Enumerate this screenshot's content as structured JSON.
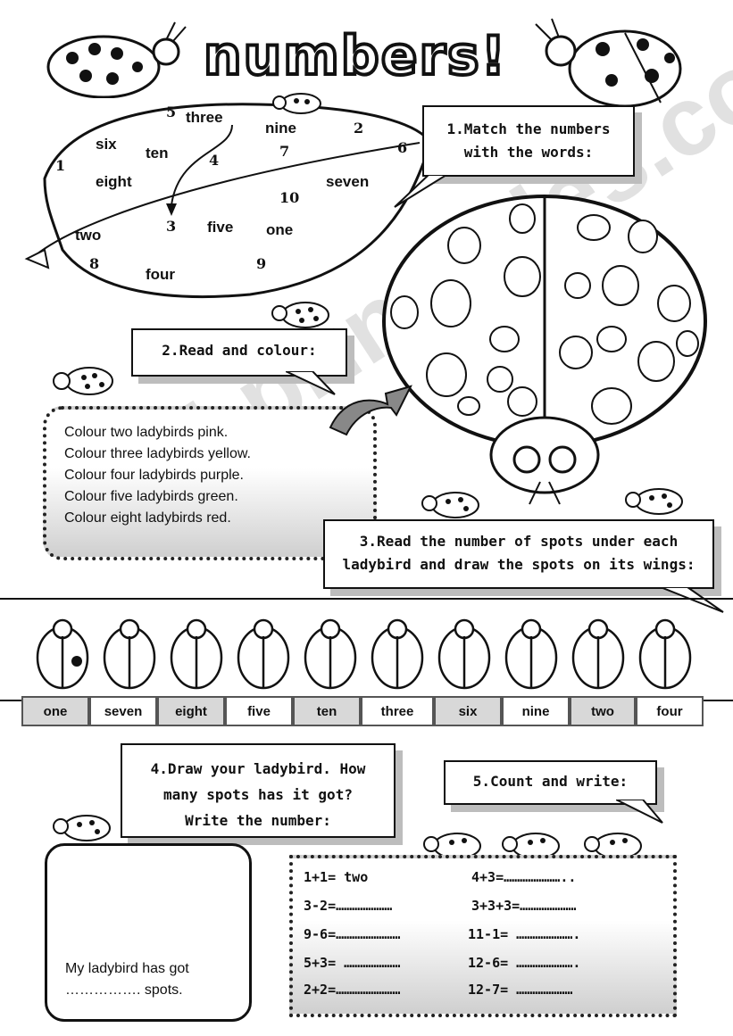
{
  "title": "numbers!",
  "leaf": {
    "words": [
      "three",
      "nine",
      "six",
      "ten",
      "eight",
      "seven",
      "two",
      "five",
      "one",
      "four"
    ],
    "numbers": [
      "5",
      "2",
      "6",
      "1",
      "7",
      "4",
      "10",
      "3",
      "8",
      "9"
    ]
  },
  "task1": {
    "line1": "1.Match the numbers",
    "line2": "with the words:"
  },
  "task2": {
    "heading": "2.Read and colour:",
    "lines": [
      "Colour two ladybirds pink.",
      "Colour three ladybirds yellow.",
      "Colour four ladybirds purple.",
      "Colour five ladybirds green.",
      "Colour eight  ladybirds red."
    ]
  },
  "task3": {
    "line1": "3.Read the number of spots under each",
    "line2": "ladybird and draw the spots on its wings:"
  },
  "spot_words": [
    "one",
    "seven",
    "eight",
    "five",
    "ten",
    "three",
    "six",
    "nine",
    "two",
    "four"
  ],
  "task4": {
    "line1": "4.Draw your ladybird. How",
    "line2": "many spots has it got?",
    "line3": "Write the number:",
    "answer_line1": "My ladybird has got",
    "answer_line2": "……………. spots."
  },
  "task5": {
    "heading": "5.Count and write:",
    "left": [
      "1+1= two",
      "3-2=…………………",
      "9-6=……………………",
      "5+3=  …………………",
      "2+2=……………………"
    ],
    "right": [
      "4+3=…………………..",
      "3+3+3=…………………",
      "11-1=  ………………….",
      "12-6=  ………………….",
      "12-7=  …………………"
    ]
  },
  "watermark": "ESLprintables.com",
  "colors": {
    "ink": "#111111",
    "shadow": "#bdbdbd",
    "grey_cell": "#d8d8d8"
  }
}
